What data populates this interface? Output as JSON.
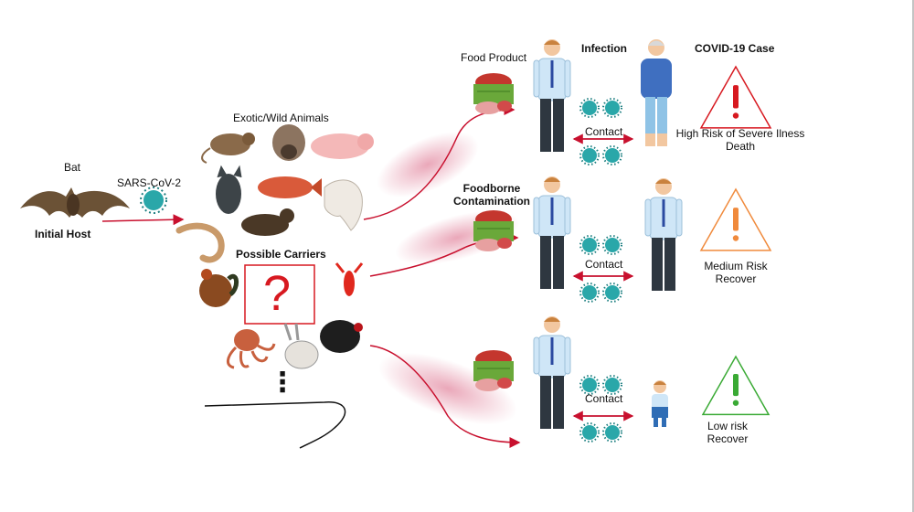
{
  "colors": {
    "arrow_red": "#c8102e",
    "virus_teal": "#2aa7a9",
    "shirt_blue": "#cfe6f7",
    "pants_dark": "#2e3740",
    "risk_high": "#d71920",
    "risk_medium": "#f08a3c",
    "risk_low": "#3aaa35"
  },
  "labels": {
    "bat": "Bat",
    "sars": "SARS-CoV-2",
    "initial_host": "Initial Host",
    "exotic": "Exotic/Wild Animals",
    "possible_carriers": "Possible Carriers",
    "question_mark": "?",
    "ellipsis": "⋮",
    "food_product": "Food Product",
    "infection": "Infection",
    "covid_case": "COVID-19 Case",
    "foodborne": "Foodborne\nContamination"
  },
  "rows": [
    {
      "contact": "Contact",
      "risk_text": "High Risk of Severe Ilness\nDeath",
      "risk_level": "high",
      "recipient": "elderly"
    },
    {
      "contact": "Contact",
      "risk_text": "Medium Risk\nRecover",
      "risk_level": "medium",
      "recipient": "adult"
    },
    {
      "contact": "Contact",
      "risk_text": "Low risk\nRecover",
      "risk_level": "low",
      "recipient": "child"
    }
  ],
  "animals": [
    "rat-icon",
    "dog-icon",
    "pig-icon",
    "cat-icon",
    "fish-icon",
    "otter-icon",
    "horse-icon",
    "shrimp-icon",
    "rooster-icon",
    "lobster-icon",
    "octopus-icon",
    "rabbit-icon",
    "turkey-icon"
  ]
}
